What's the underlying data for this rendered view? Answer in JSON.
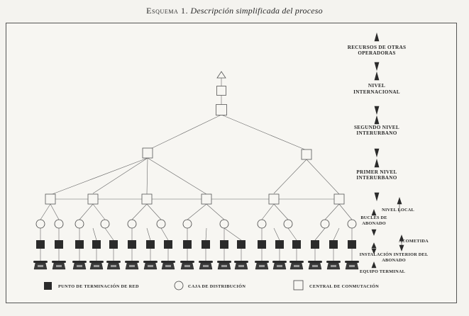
{
  "title": {
    "label": "Esquema 1.",
    "text": "Descripción simplificada del proceso"
  },
  "levels": {
    "recursos_1": "RECURSOS DE OTRAS",
    "recursos_2": "OPERADORAS",
    "internacional_1": "NIVEL",
    "internacional_2": "INTERNACIONAL",
    "segundo_1": "SEGUNDO NIVEL",
    "segundo_2": "INTERURBANO",
    "primer_1": "PRIMER NIVEL",
    "primer_2": "INTERURBANO",
    "local": "NIVEL LOCAL",
    "bucles_1": "BUCLES DE",
    "bucles_2": "ABONADO",
    "acometida": "ACOMETIDA",
    "instalacion_1": "INSTALACIÓN INTERIOR DEL",
    "instalacion_2": "ABONADO",
    "equipo": "EQUIPO TERMINAL"
  },
  "legend": {
    "punto": "PUNTO DE TERMINACIÓN DE RED",
    "caja": "CAJA DE DISTRIBUCIÓN",
    "central": "CENTRAL DE CONMUTACIÓN"
  },
  "colors": {
    "line": "#555555",
    "fill_dark": "#2b2b2b",
    "fill_light": "#f7f6f2"
  }
}
